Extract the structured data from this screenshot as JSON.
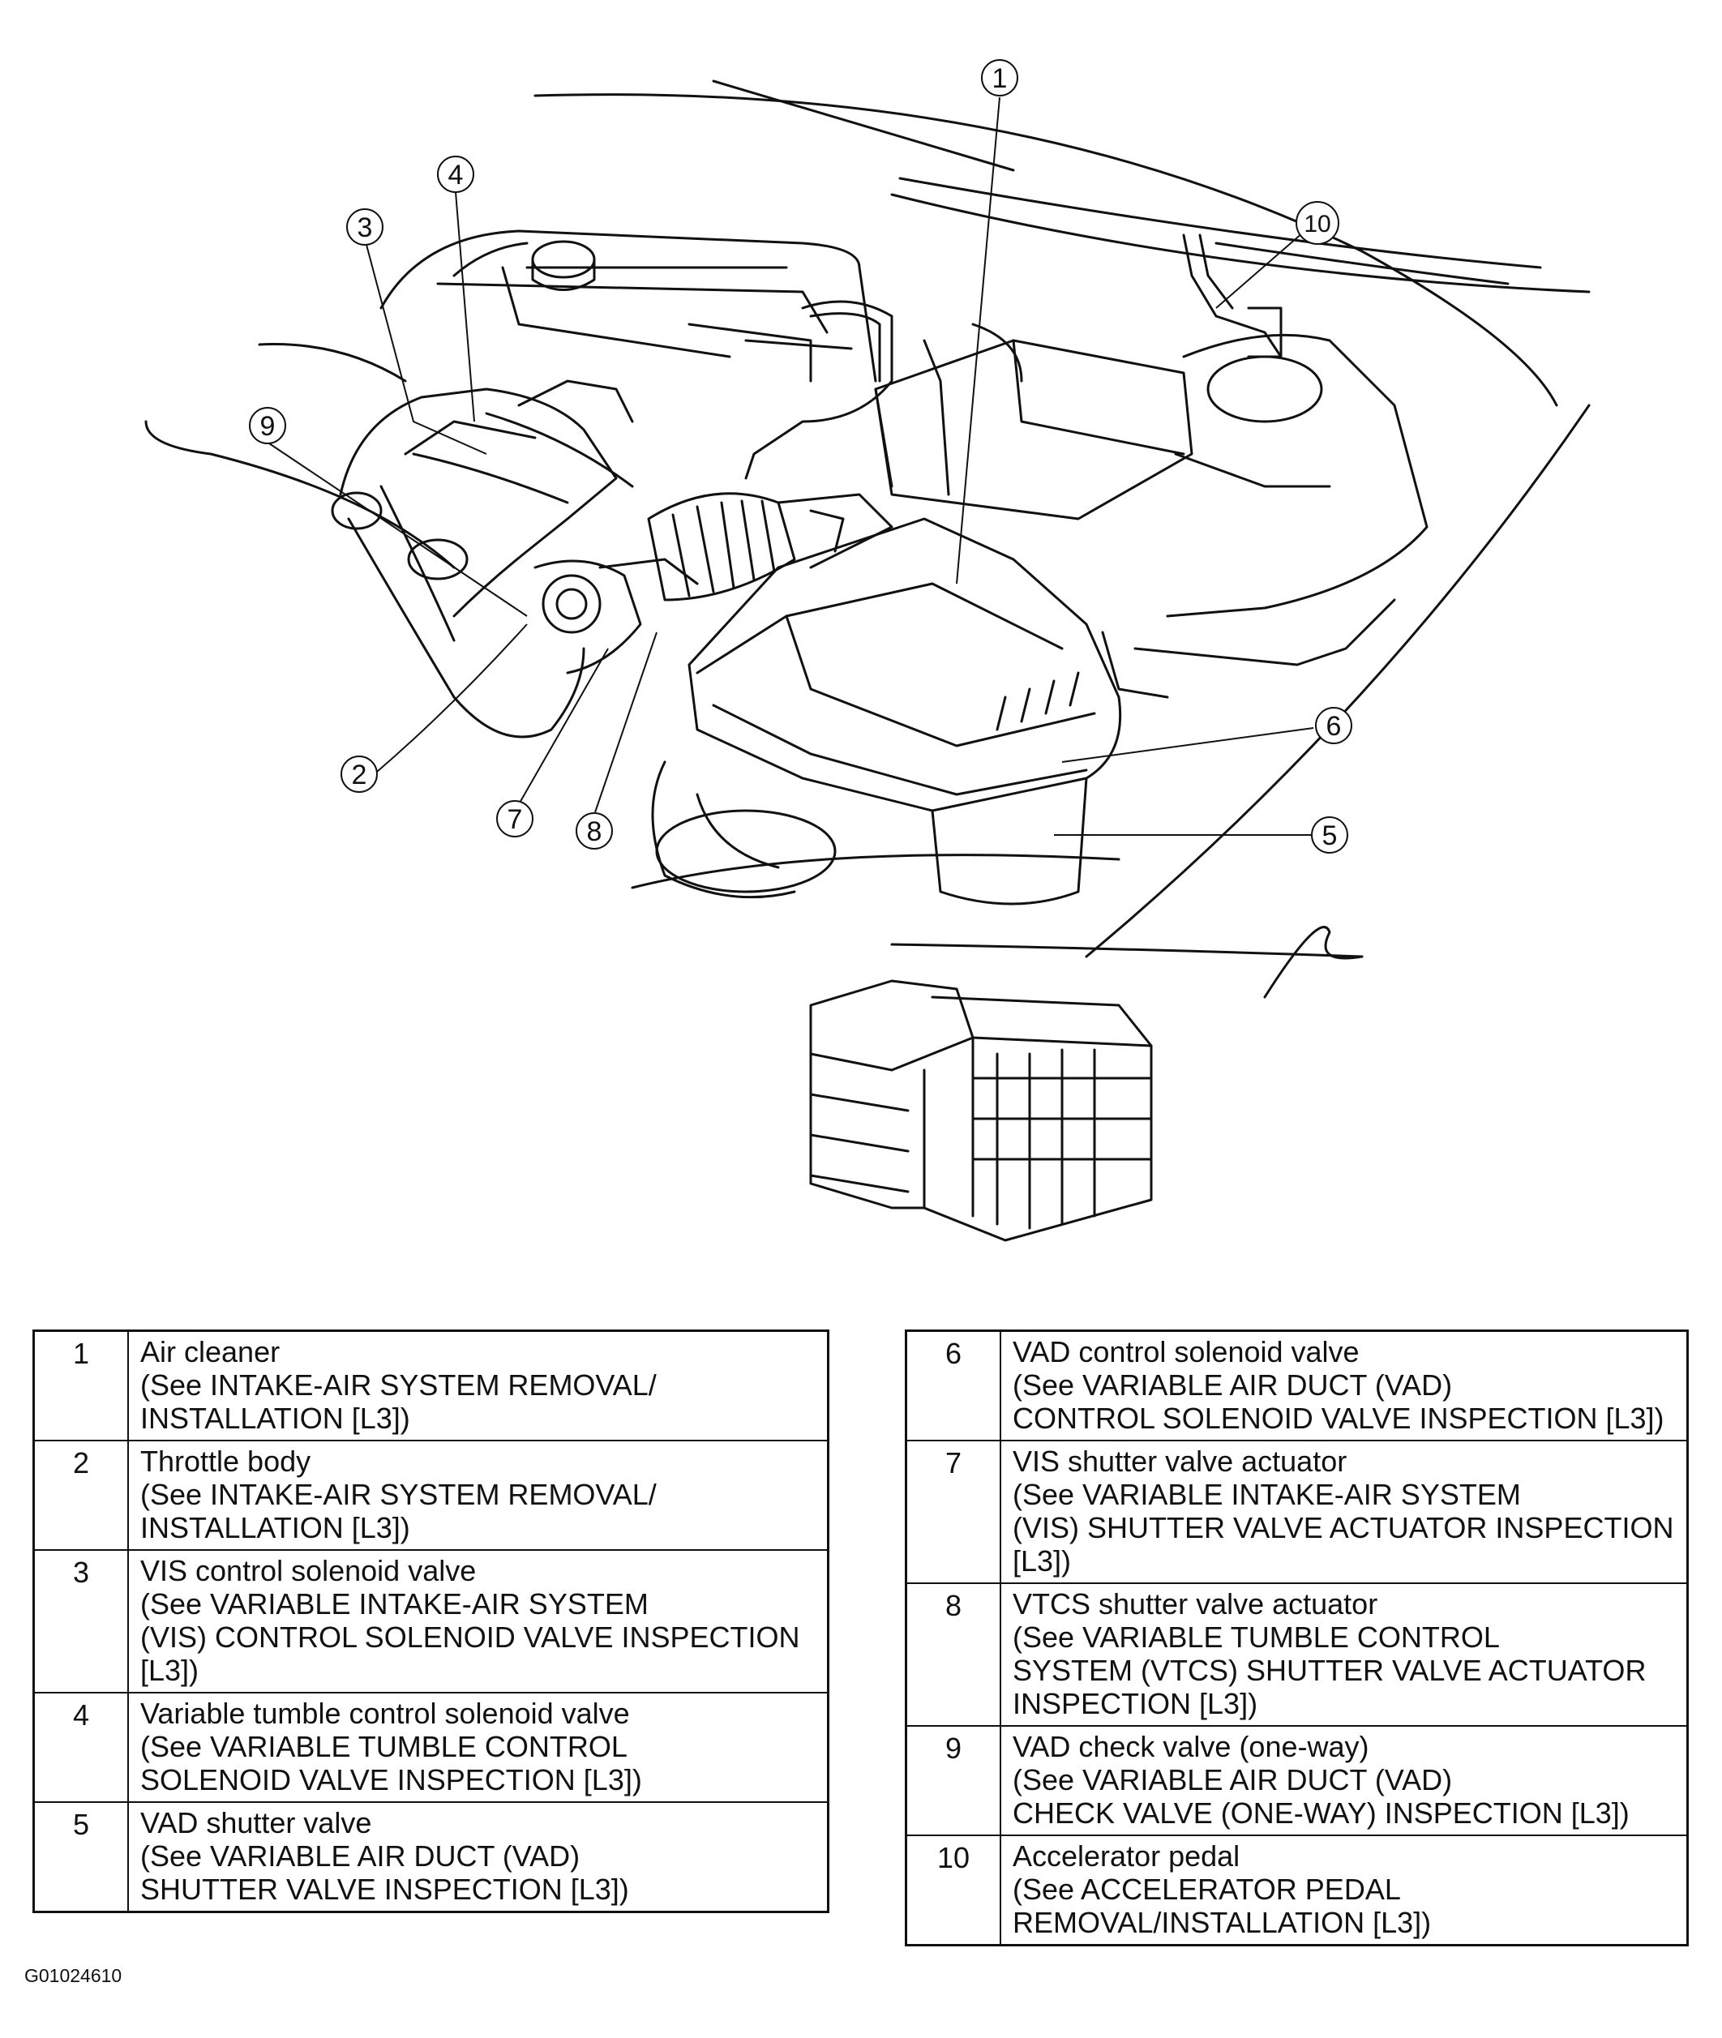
{
  "callouts": [
    "1",
    "2",
    "3",
    "4",
    "5",
    "6",
    "7",
    "8",
    "9",
    "10"
  ],
  "legend_left": [
    {
      "num": "1",
      "lines": [
        "Air cleaner",
        "(See INTAKE-AIR SYSTEM REMOVAL/",
        "INSTALLATION [L3])"
      ]
    },
    {
      "num": "2",
      "lines": [
        "Throttle body",
        "(See INTAKE-AIR SYSTEM REMOVAL/",
        "INSTALLATION [L3])"
      ]
    },
    {
      "num": "3",
      "lines": [
        "VIS control solenoid valve",
        "(See VARIABLE INTAKE-AIR SYSTEM",
        "(VIS) CONTROL SOLENOID VALVE INSPECTION",
        "[L3])"
      ]
    },
    {
      "num": "4",
      "lines": [
        "Variable tumble control solenoid valve",
        "(See VARIABLE TUMBLE CONTROL",
        "SOLENOID VALVE INSPECTION [L3])"
      ]
    },
    {
      "num": "5",
      "lines": [
        "VAD shutter valve",
        "(See VARIABLE AIR DUCT (VAD)",
        "SHUTTER VALVE INSPECTION [L3])"
      ]
    }
  ],
  "legend_right": [
    {
      "num": "6",
      "lines": [
        "VAD control solenoid valve",
        "(See VARIABLE AIR DUCT (VAD)",
        "CONTROL SOLENOID VALVE INSPECTION [L3])"
      ]
    },
    {
      "num": "7",
      "lines": [
        "VIS shutter valve actuator",
        "(See VARIABLE INTAKE-AIR SYSTEM",
        "(VIS) SHUTTER VALVE ACTUATOR INSPECTION",
        "[L3])"
      ]
    },
    {
      "num": "8",
      "lines": [
        "VTCS shutter valve actuator",
        "(See VARIABLE TUMBLE CONTROL",
        "SYSTEM (VTCS) SHUTTER VALVE ACTUATOR",
        "INSPECTION [L3])"
      ]
    },
    {
      "num": "9",
      "lines": [
        "VAD check valve (one-way)",
        "(See VARIABLE AIR DUCT (VAD)",
        "CHECK VALVE (ONE-WAY) INSPECTION [L3])"
      ]
    },
    {
      "num": "10",
      "lines": [
        "Accelerator pedal",
        "(See ACCELERATOR PEDAL",
        "REMOVAL/INSTALLATION [L3])"
      ]
    }
  ],
  "figure_id": "G01024610"
}
